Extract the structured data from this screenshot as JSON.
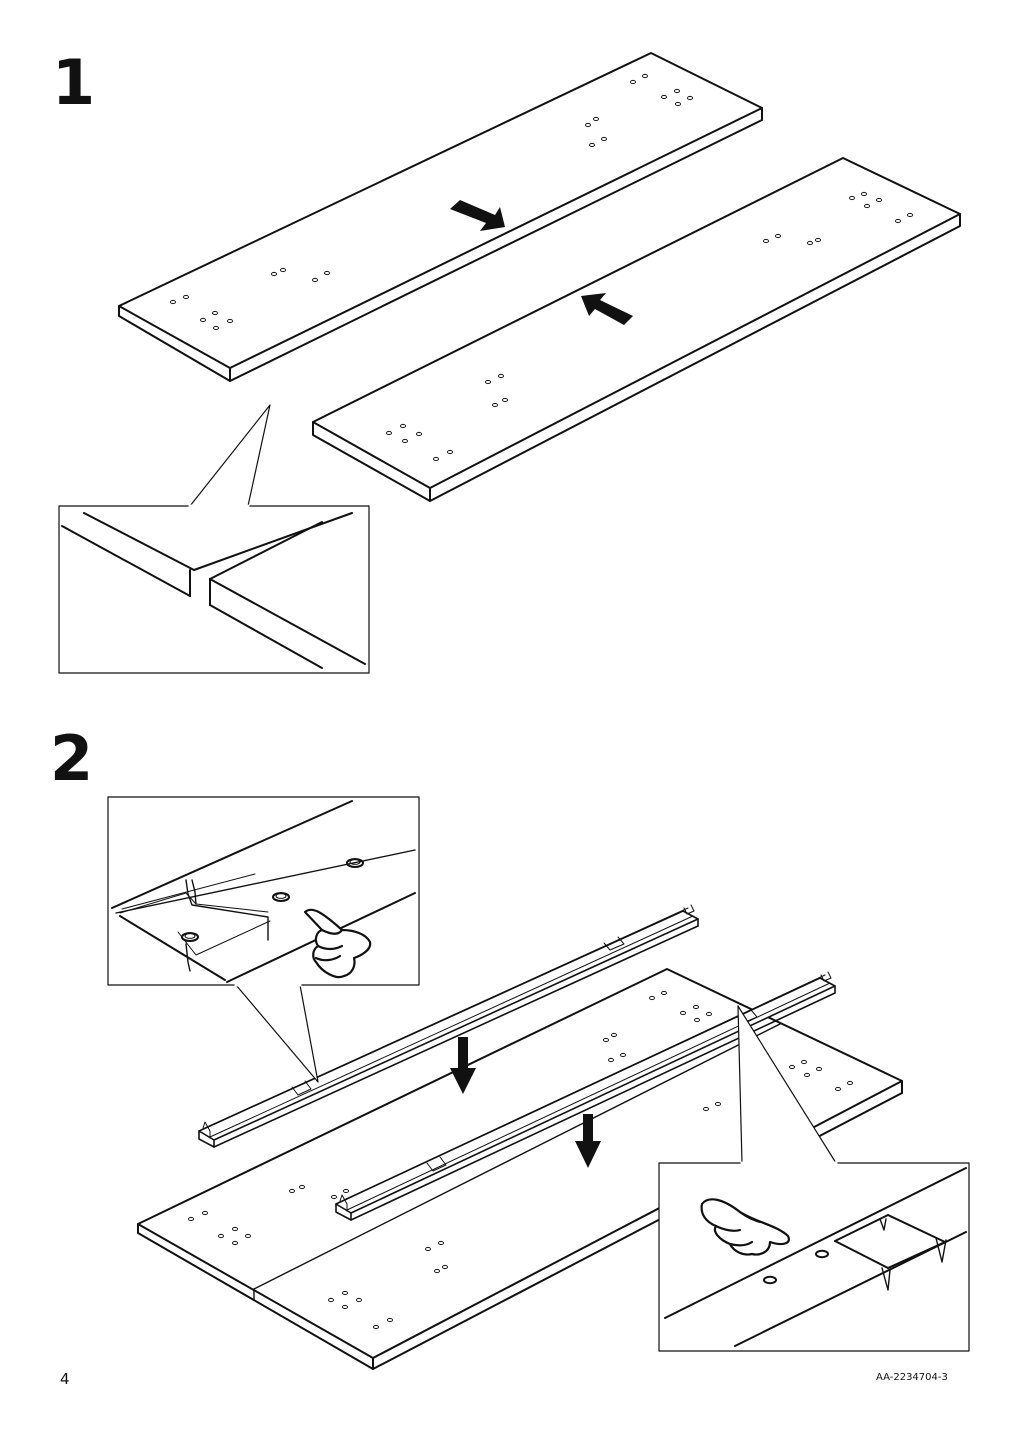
{
  "steps": [
    {
      "number": "1"
    },
    {
      "number": "2"
    }
  ],
  "footer": {
    "page_number": "4",
    "document_code": "AA-2234704-3"
  },
  "icons": [
    "arrow-right-icon",
    "arrow-left-icon",
    "arrow-down-icon",
    "pointing-hand-icon"
  ],
  "colors": {
    "line": "#111111",
    "background": "#ffffff"
  }
}
